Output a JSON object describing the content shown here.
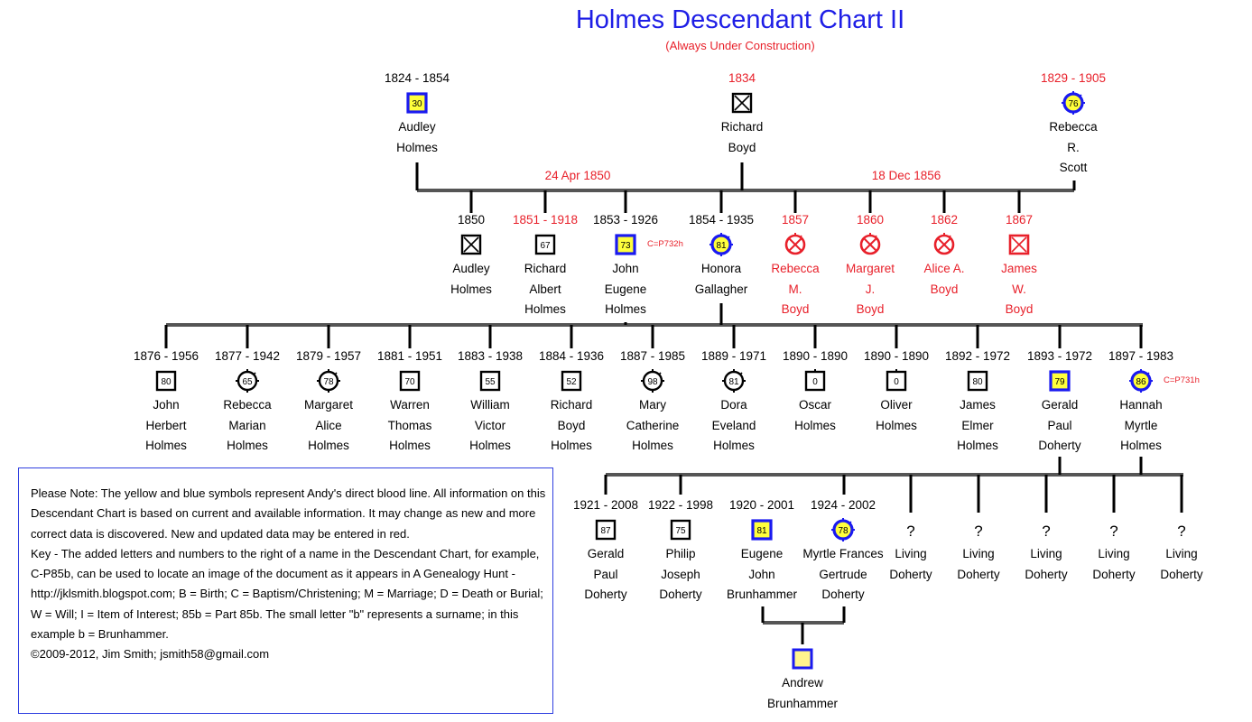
{
  "title": "Holmes Descendant Chart II",
  "subtitle": "(Always Under Construction)",
  "colors": {
    "title": "#1e1ee6",
    "red": "#e8202a",
    "blue": "#1a1af0",
    "yellow": "#ffff3c",
    "line": "#555555"
  },
  "marriages": [
    {
      "date": "24 Apr 1850",
      "color": "red"
    },
    {
      "date": "18 Dec 1856",
      "color": "red"
    }
  ],
  "people": [
    {
      "id": "audley-sr",
      "dates": "1824 - 1854",
      "dates_color": "black",
      "name": "Audley\nHolmes",
      "name_color": "black",
      "symbol": "square",
      "style": "direct",
      "number": "30"
    },
    {
      "id": "richard-boyd-sr",
      "dates": "1834",
      "dates_color": "red",
      "name": "Richard\nBoyd",
      "name_color": "black",
      "symbol": "square-x",
      "style": "black",
      "number": ""
    },
    {
      "id": "rebecca-scott",
      "dates": "1829 - 1905",
      "dates_color": "red",
      "name": "Rebecca\nR.\nScott",
      "name_color": "black",
      "symbol": "circle",
      "style": "direct-deceased",
      "number": "76"
    },
    {
      "id": "audley-jr",
      "dates": "1850",
      "dates_color": "black",
      "name": "Audley\nHolmes",
      "name_color": "black",
      "symbol": "square-x",
      "style": "black",
      "number": ""
    },
    {
      "id": "richard-albert",
      "dates": "1851 - 1918",
      "dates_color": "red",
      "name": "Richard\nAlbert\nHolmes",
      "name_color": "black",
      "symbol": "square",
      "style": "black",
      "number": "67"
    },
    {
      "id": "john-eugene",
      "dates": "1853 - 1926",
      "dates_color": "black",
      "name": "John\nEugene\nHolmes",
      "name_color": "black",
      "symbol": "square",
      "style": "direct",
      "number": "73",
      "ref": "C=P732h"
    },
    {
      "id": "honora",
      "dates": "1854 - 1935",
      "dates_color": "black",
      "name": "Honora\nGallagher",
      "name_color": "black",
      "symbol": "circle",
      "style": "direct-deceased",
      "number": "81"
    },
    {
      "id": "rebecca-boyd",
      "dates": "1857",
      "dates_color": "red",
      "name": "Rebecca\nM.\nBoyd",
      "name_color": "red",
      "symbol": "circle-x",
      "style": "red",
      "number": ""
    },
    {
      "id": "margaret-boyd",
      "dates": "1860",
      "dates_color": "red",
      "name": "Margaret\nJ.\nBoyd",
      "name_color": "red",
      "symbol": "circle-x",
      "style": "red",
      "number": ""
    },
    {
      "id": "alice-boyd",
      "dates": "1862",
      "dates_color": "red",
      "name": "Alice A.\nBoyd",
      "name_color": "red",
      "symbol": "circle-x",
      "style": "red",
      "number": ""
    },
    {
      "id": "james-boyd",
      "dates": "1867",
      "dates_color": "red",
      "name": "James\nW.\nBoyd",
      "name_color": "red",
      "symbol": "square-x",
      "style": "red",
      "number": ""
    },
    {
      "id": "john-herbert",
      "dates": "1876 - 1956",
      "dates_color": "black",
      "name": "John\nHerbert\nHolmes",
      "name_color": "black",
      "symbol": "square",
      "style": "black",
      "number": "80"
    },
    {
      "id": "rebecca-marian",
      "dates": "1877 - 1942",
      "dates_color": "black",
      "name": "Rebecca\nMarian\nHolmes",
      "name_color": "black",
      "symbol": "circle",
      "style": "black-deceased",
      "number": "65"
    },
    {
      "id": "margaret-alice",
      "dates": "1879 - 1957",
      "dates_color": "black",
      "name": "Margaret\nAlice\nHolmes",
      "name_color": "black",
      "symbol": "circle",
      "style": "black-deceased",
      "number": "78"
    },
    {
      "id": "warren-thomas",
      "dates": "1881 - 1951",
      "dates_color": "black",
      "name": "Warren\nThomas\nHolmes",
      "name_color": "black",
      "symbol": "square",
      "style": "black",
      "number": "70"
    },
    {
      "id": "william-victor",
      "dates": "1883 - 1938",
      "dates_color": "black",
      "name": "William\nVictor\nHolmes",
      "name_color": "black",
      "symbol": "square",
      "style": "black",
      "number": "55"
    },
    {
      "id": "richard-boyd-jr",
      "dates": "1884 - 1936",
      "dates_color": "black",
      "name": "Richard\nBoyd\nHolmes",
      "name_color": "black",
      "symbol": "square",
      "style": "black",
      "number": "52"
    },
    {
      "id": "mary-catherine",
      "dates": "1887 - 1985",
      "dates_color": "black",
      "name": "Mary\nCatherine\nHolmes",
      "name_color": "black",
      "symbol": "circle",
      "style": "black-deceased",
      "number": "98"
    },
    {
      "id": "dora-eveland",
      "dates": "1889 - 1971",
      "dates_color": "black",
      "name": "Dora\nEveland\nHolmes",
      "name_color": "black",
      "symbol": "circle",
      "style": "black-deceased",
      "number": "81"
    },
    {
      "id": "oscar",
      "dates": "1890 - 1890",
      "dates_color": "black",
      "name": "Oscar\nHolmes",
      "name_color": "black",
      "symbol": "square",
      "style": "black-deceased",
      "number": "0"
    },
    {
      "id": "oliver",
      "dates": "1890 - 1890",
      "dates_color": "black",
      "name": "Oliver\nHolmes",
      "name_color": "black",
      "symbol": "square",
      "style": "black-deceased",
      "number": "0"
    },
    {
      "id": "james-elmer",
      "dates": "1892 - 1972",
      "dates_color": "black",
      "name": "James\nElmer\nHolmes",
      "name_color": "black",
      "symbol": "square",
      "style": "black",
      "number": "80"
    },
    {
      "id": "gerald-paul-sr",
      "dates": "1893 - 1972",
      "dates_color": "black",
      "name": "Gerald\nPaul\nDoherty",
      "name_color": "black",
      "symbol": "square",
      "style": "direct",
      "number": "79"
    },
    {
      "id": "hannah-myrtle",
      "dates": "1897 - 1983",
      "dates_color": "black",
      "name": "Hannah\nMyrtle\nHolmes",
      "name_color": "black",
      "symbol": "circle",
      "style": "direct-deceased",
      "number": "86",
      "ref": "C=P731h"
    },
    {
      "id": "gerald-paul-jr",
      "dates": "1921 - 2008",
      "dates_color": "black",
      "name": "Gerald\nPaul\nDoherty",
      "name_color": "black",
      "symbol": "square",
      "style": "black",
      "number": "87"
    },
    {
      "id": "philip-joseph",
      "dates": "1922 - 1998",
      "dates_color": "black",
      "name": "Philip\nJoseph\nDoherty",
      "name_color": "black",
      "symbol": "square",
      "style": "black",
      "number": "75"
    },
    {
      "id": "eugene-john",
      "dates": "1920 - 2001",
      "dates_color": "black",
      "name": "Eugene\nJohn\nBrunhammer",
      "name_color": "black",
      "symbol": "square",
      "style": "direct",
      "number": "81"
    },
    {
      "id": "myrtle-frances",
      "dates": "1924 - 2002",
      "dates_color": "black",
      "name": "Myrtle Frances\nGertrude\nDoherty",
      "name_color": "black",
      "symbol": "circle",
      "style": "direct-deceased",
      "number": "78"
    },
    {
      "id": "living-1",
      "dates": "",
      "dates_color": "black",
      "name": "Living\nDoherty",
      "name_color": "black",
      "symbol": "unknown",
      "style": "black",
      "number": "?"
    },
    {
      "id": "living-2",
      "dates": "",
      "dates_color": "black",
      "name": "Living\nDoherty",
      "name_color": "black",
      "symbol": "unknown",
      "style": "black",
      "number": "?"
    },
    {
      "id": "living-3",
      "dates": "",
      "dates_color": "black",
      "name": "Living\nDoherty",
      "name_color": "black",
      "symbol": "unknown",
      "style": "black",
      "number": "?"
    },
    {
      "id": "living-4",
      "dates": "",
      "dates_color": "black",
      "name": "Living\nDoherty",
      "name_color": "black",
      "symbol": "unknown",
      "style": "black",
      "number": "?"
    },
    {
      "id": "living-5",
      "dates": "",
      "dates_color": "black",
      "name": "Living\nDoherty",
      "name_color": "black",
      "symbol": "unknown",
      "style": "black",
      "number": "?"
    },
    {
      "id": "andrew",
      "dates": "",
      "dates_color": "black",
      "name": "Andrew\nBrunhammer",
      "name_color": "black",
      "symbol": "square",
      "style": "self",
      "number": ""
    }
  ],
  "note": {
    "paragraphs": [
      "Please Note:  The yellow and blue symbols represent Andy's direct blood line.  All information on this Descendant Chart is based on current and available information.  It may change as new and more correct data is discovered.  New and updated data may be entered in red.",
      "Key - The added letters and numbers to the right of a name in the Descendant Chart, for example, C-P85b, can be used to locate an image of the document as it appears in A Genealogy Hunt - http://jklsmith.blogspot.com; B = Birth; C = Baptism/Christening; M = Marriage; D = Death or Burial; W = Will; I = Item of Interest; 85b = Part 85b.  The small letter \"b\" represents a surname; in this example b = Brunhammer.",
      "©2009-2012, Jim Smith; jsmith58@gmail.com"
    ]
  }
}
